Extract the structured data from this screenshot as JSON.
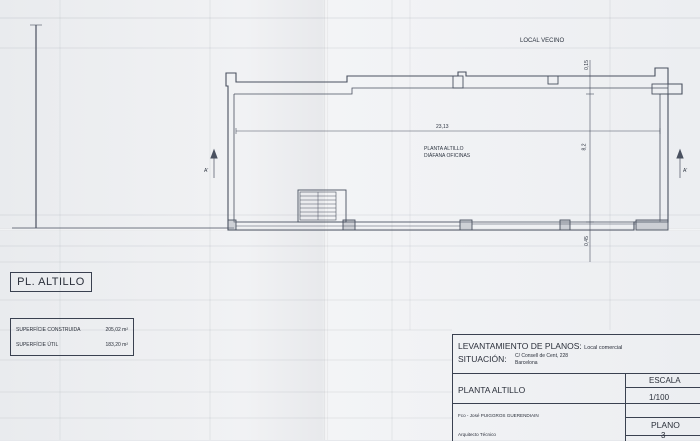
{
  "plan": {
    "neighbor_label": "LOCAL VECINO",
    "room_name": "PLANTA ALTILLO",
    "room_sub": "DIÁFANA OFICINAS",
    "dim_length": "23,13",
    "dim_depth": "8,2",
    "dim_top": "0,15",
    "dim_bottom": "0,45",
    "section_mark_left": "A'",
    "section_mark_right": "A'"
  },
  "sheet_title": "PL. ALTILLO",
  "areas": [
    {
      "label": "SUPERFÍCIE CONSTRUIDA",
      "value": "205,02 m²"
    },
    {
      "label": "SUPERFÍCIE ÚTIL",
      "value": "183,20 m²"
    }
  ],
  "cartouche": {
    "heading": "LEVANTAMIENTO DE PLANOS:",
    "heading_value": "Local comercial",
    "situacion_label": "SITUACIÓN:",
    "address_line1": "C/ Consell de Cent, 228",
    "address_line2": "Barcelona",
    "plan_name": "PLANTA ALTILLO",
    "escala_label": "ESCALA",
    "escala_value": "1/100",
    "author": "Fco - José PUIGGROS GUERENDIAIN",
    "author_role": "Arquitecto Técnico",
    "plano_label": "PLANO",
    "plano_value": "3"
  }
}
